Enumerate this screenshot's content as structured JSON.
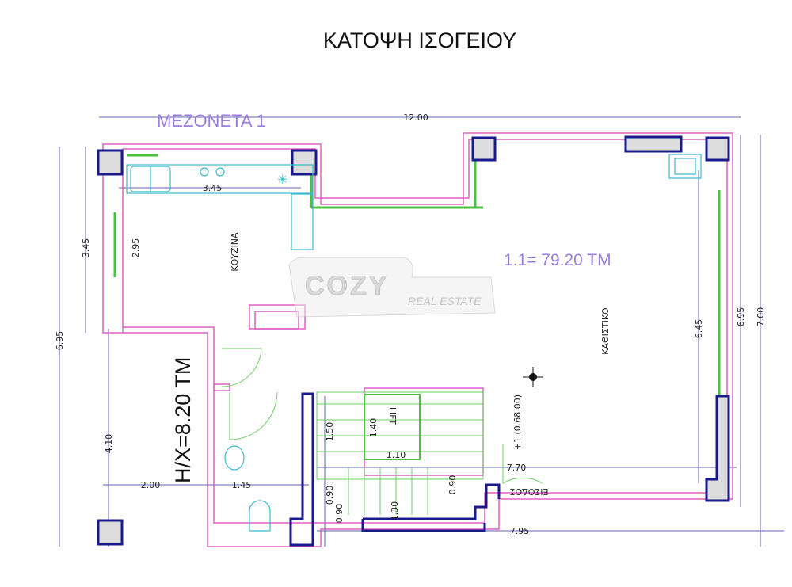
{
  "title": "ΚΑΤΟΨΗ ΙΣΟΓΕΙΟΥ",
  "unit_label": "MEZONETA 1",
  "area_main": "1.1= 79.20 TM",
  "area_hx": "H/X=8.20 TM",
  "rooms": {
    "kitchen": "ΚΟΥΖΙΝΑ",
    "living": "ΚΑΘΙΣΤΙΚΟ",
    "lift": "LIFT",
    "entrance": "ΕΙΣΟΔΟΣ"
  },
  "elevation": "+1.(0.68.00)",
  "watermark": {
    "brand": "COZY",
    "sub": "REAL ESTATE"
  },
  "dimensions": {
    "top_width": "12.00",
    "kitchen_width": "3.45",
    "left_upper": "3.45",
    "kitchen_inner": "2.95",
    "left_total": "6.95",
    "right_inner": "6.45",
    "right_a": "6.95",
    "right_b": "7.00",
    "hx_depth": "4.10",
    "hx_width": "2.00",
    "wc_width": "1.45",
    "stair_a": "1.50",
    "lift_h": "1.40",
    "lift_w": "1.10",
    "stair_b": "0.90",
    "stair_c": "0.90",
    "stair_d": "0.90",
    "stair_e": "1.30",
    "front_a": "7.70",
    "front_b": "7.95"
  },
  "colors": {
    "wall": "#e060c0",
    "column": "#1a1a8c",
    "glass": "#4cc040",
    "fixture": "#3cb8d0",
    "label": "#9a7fe0",
    "dim": "#6060b0"
  }
}
